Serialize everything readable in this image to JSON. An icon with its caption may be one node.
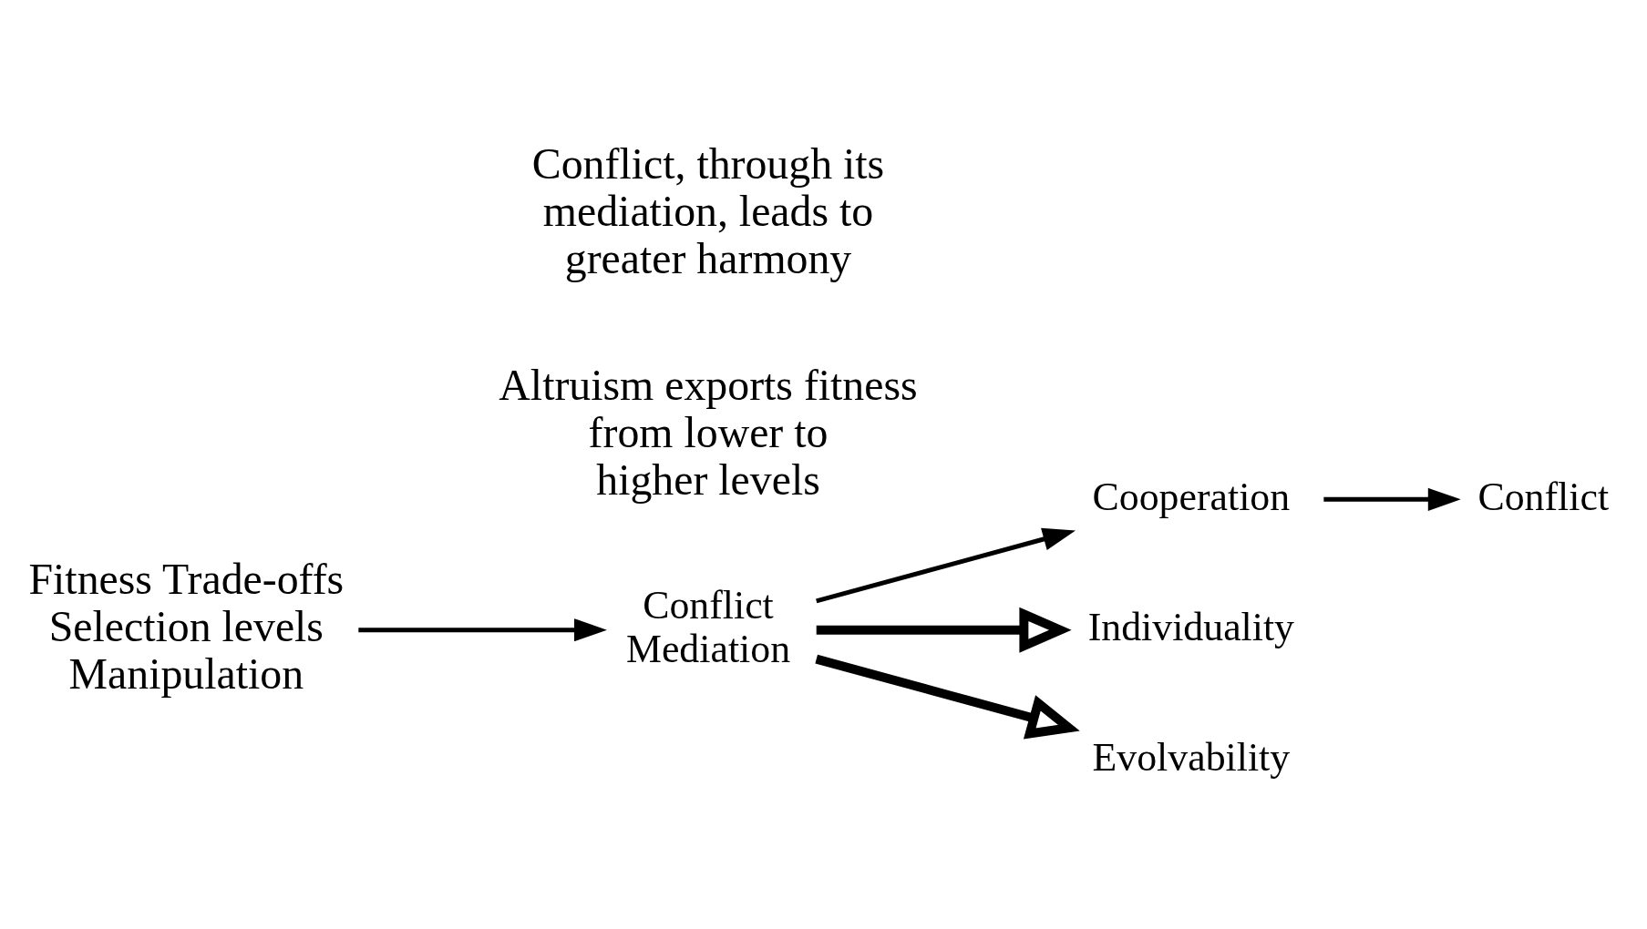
{
  "diagram": {
    "nodes": [
      {
        "text": [
          "Cooperation"
        ]
      },
      {
        "text": [
          "Conflict"
        ]
      },
      {
        "text": [
          "Fitness Trade-offs Selection levels Manipulation"
        ]
      },
      {
        "text": [
          "Conflict Mediation"
        ]
      },
      {
        "text": [
          "Individuality"
        ]
      },
      {
        "text": [
          "Evolvability"
        ]
      }
    ],
    "edges": [
      {
        "from": 3,
        "to": 0,
        "arrow": "to"
      },
      {
        "from": 0,
        "to": 1,
        "arrow": "to"
      },
      {
        "from": 2,
        "to": 3,
        "arrow": "to"
      },
      {
        "from": 3,
        "to": 4,
        "arrow": "to",
        "style": "thick"
      },
      {
        "from": 3,
        "to": 5,
        "arrow": "to",
        "style": "thick"
      }
    ],
    "labels": [
      "Altruism exports fitness from lower to higher levels",
      "Conflict, through its mediation, leads to greater harmony"
    ]
  }
}
